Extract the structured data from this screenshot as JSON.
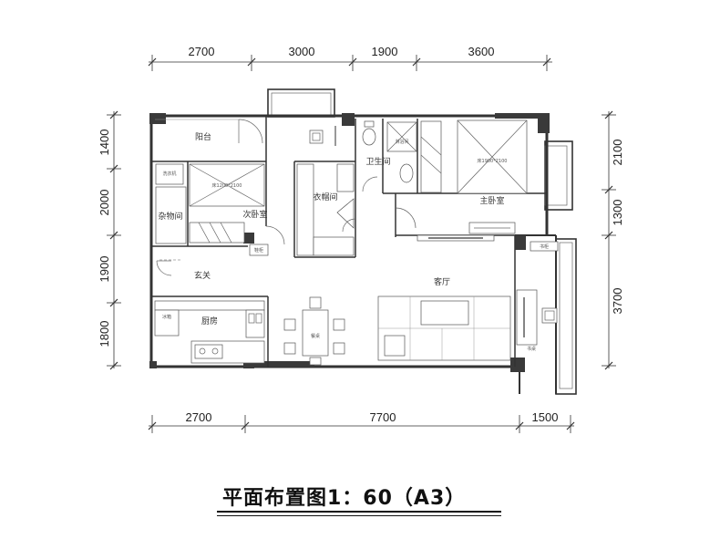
{
  "title": "平面布置图1：60（A3）",
  "dimensions": {
    "top": [
      "2700",
      "3000",
      "1900",
      "3600"
    ],
    "bottom": [
      "2700",
      "7700",
      "1500"
    ],
    "left": [
      "1400",
      "2000",
      "1900",
      "1800"
    ],
    "right": [
      "2100",
      "1300",
      "3700"
    ]
  },
  "rooms": {
    "balcony": "阳台",
    "second_bedroom": "次卧室",
    "storage": "杂物间",
    "entrance": "玄关",
    "kitchen": "厨房",
    "bathroom": "卫生间",
    "cloakroom": "衣帽间",
    "master_bedroom": "主卧室",
    "living_room": "客厅"
  },
  "labels": {
    "washer": "洗衣机",
    "bed_small": "床1200*2100",
    "bed_large": "床1900*2100",
    "shower": "淋浴间",
    "shoe_cabinet": "鞋柜",
    "fridge": "冰箱",
    "dining_table": "餐桌",
    "study_desk": "书桌",
    "bookcase": "书柜"
  }
}
